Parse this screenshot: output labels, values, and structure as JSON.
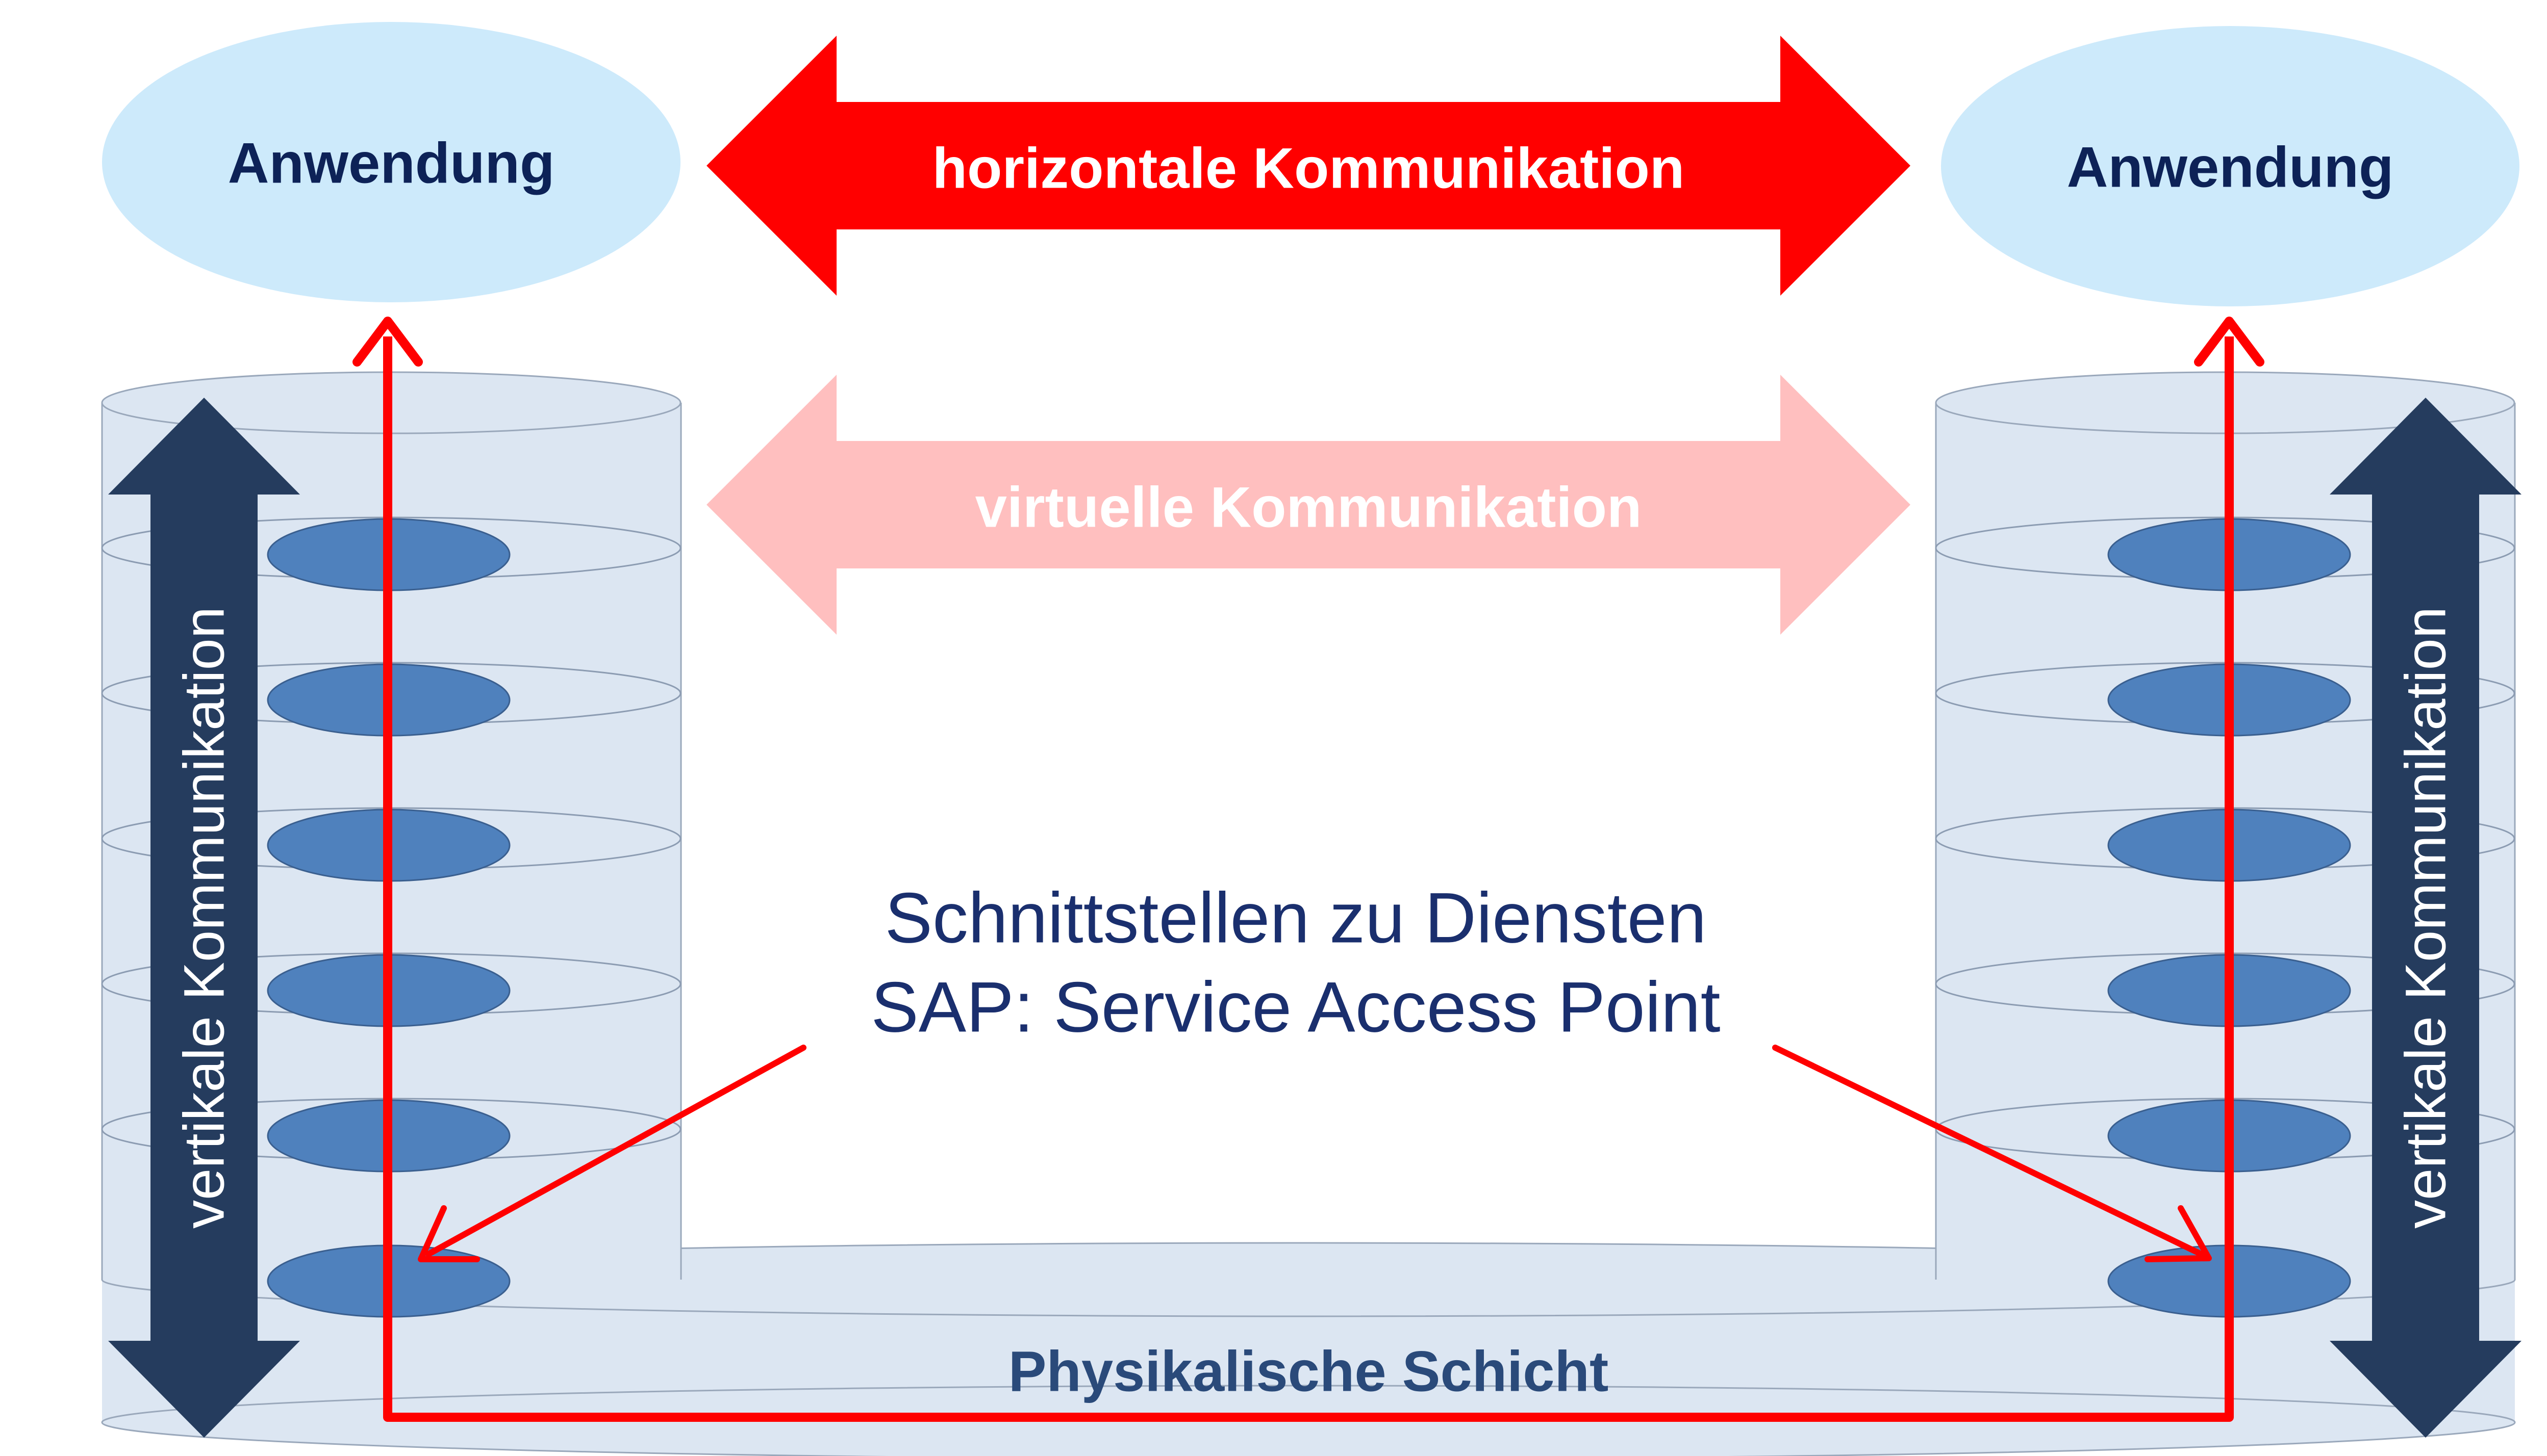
{
  "labels": {
    "app_left": "Anwendung",
    "app_right": "Anwendung",
    "horizontal": "horizontale Kommunikation",
    "virtual": "virtuelle Kommunikation",
    "vertical_left": "vertikale Kommunikation",
    "vertical_right": "vertikale Kommunikation",
    "physical": "Physikalische Schicht",
    "sap_line1": "Schnittstellen zu Diensten",
    "sap_line2": "SAP: Service Access Point"
  },
  "stack": {
    "layers_per_side": 6
  },
  "colors": {
    "app_ellipse": "#cdeafb",
    "app_text": "#0d2257",
    "horizontal_arrow": "#ff0000",
    "virtual_arrow": "#ffbfbf",
    "vertical_arrow": "#253c5e",
    "stack_fill": "#dce6f2",
    "stack_line": "#7f8fa6",
    "sap_ellipse": "#4f81bd",
    "sap_text": "#1a2f6e",
    "physical_text": "#2a4a7a",
    "path_line": "#ff0000"
  }
}
